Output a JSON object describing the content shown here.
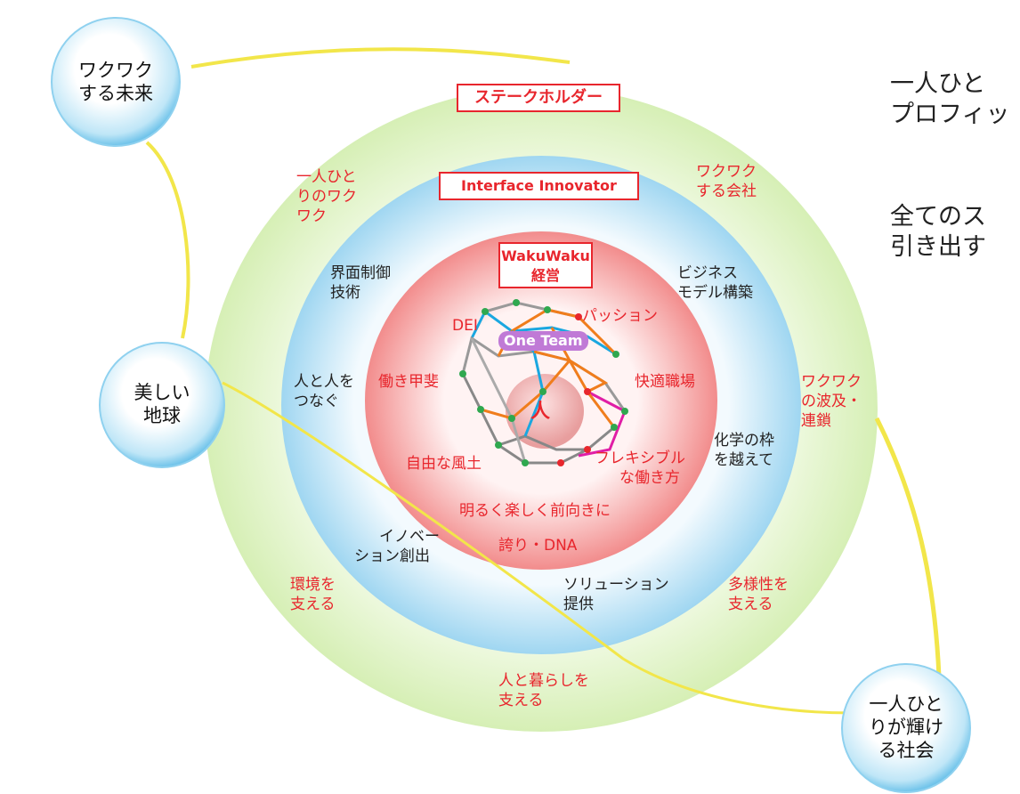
{
  "side_text": {
    "line1": "一人ひと",
    "line2": "プロフィッ",
    "line3": "全てのス",
    "line4": "引き出す"
  },
  "bubbles": {
    "top_left": [
      "ワクワク",
      "する未来"
    ],
    "mid_left": [
      "美しい",
      "地球"
    ],
    "bottom_right": [
      "一人ひと",
      "りが輝け",
      "る社会"
    ]
  },
  "rings": {
    "outer_label": "ステークホルダー",
    "middle_label": "Interface Innovator",
    "inner_label": [
      "WakuWaku",
      "経営"
    ]
  },
  "outer_items": {
    "wakuwaku_person": [
      "一人ひと",
      "りのワク",
      "ワク"
    ],
    "wakuwaku_company": [
      "ワクワク",
      "する会社"
    ],
    "wakuwaku_spread": [
      "ワクワク",
      "の波及・",
      "連鎖"
    ],
    "support_env": [
      "環境を",
      "支える"
    ],
    "support_diversity": [
      "多様性を",
      "支える"
    ],
    "support_life": [
      "人と暮らしを",
      "支える"
    ]
  },
  "middle_items": {
    "interface_control": [
      "界面制御",
      "技術"
    ],
    "business_model": [
      "ビジネス",
      "モデル構築"
    ],
    "connect_people": [
      "人と人を",
      "つなぐ"
    ],
    "beyond_chemistry": [
      "化学の枠",
      "を越えて"
    ],
    "innovation": [
      "イノベー",
      "ション創出"
    ],
    "solution": [
      "ソリューション",
      "提供"
    ]
  },
  "inner_items": {
    "dei": "DEI",
    "passion": "パッション",
    "worth": "働き甲斐",
    "comfort": "快適職場",
    "free_culture": "自由な風土",
    "flexible": [
      "フレキシブル",
      "な働き方"
    ],
    "bright": "明るく楽しく前向きに",
    "pride": "誇り・DNA"
  },
  "core": {
    "one_team": "One Team",
    "person": "人"
  },
  "colors": {
    "outer_ring": "#e6f5cf",
    "middle_ring": "#bfe3f6",
    "inner_ring": "#f7a9a9",
    "text_red": "#e8262d",
    "orbit": "#f6e94a"
  }
}
